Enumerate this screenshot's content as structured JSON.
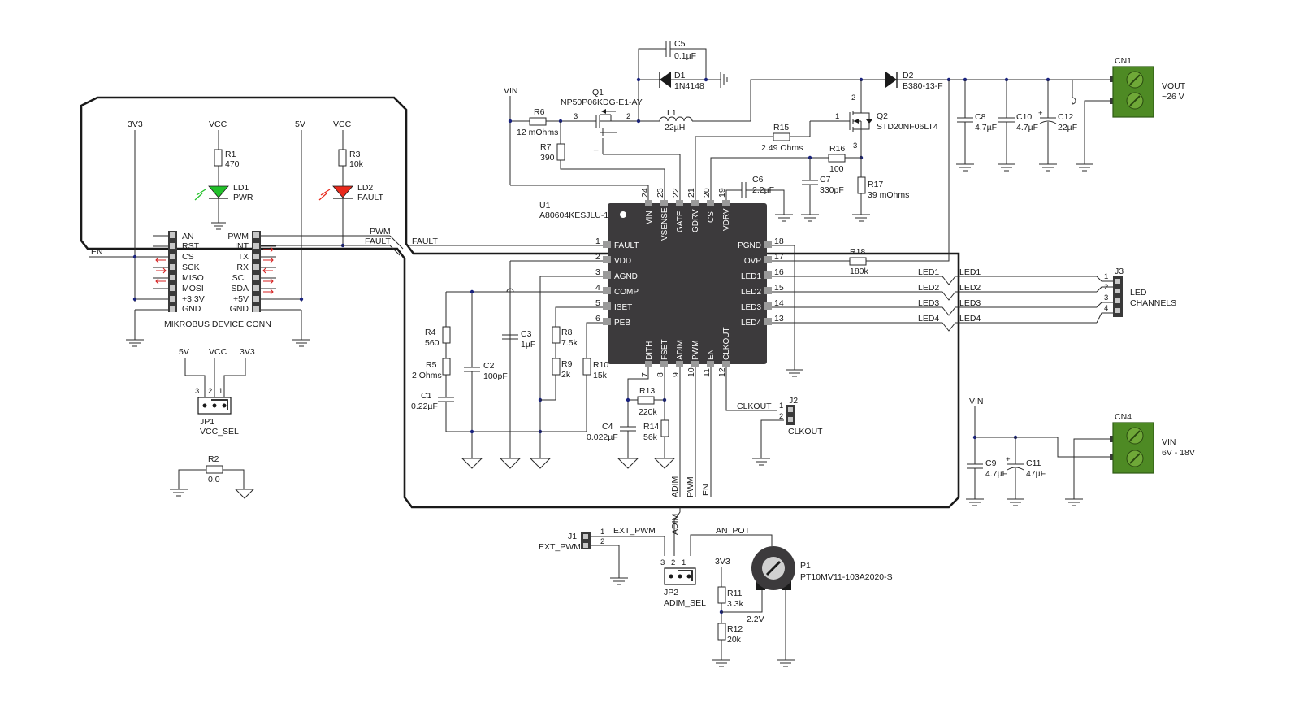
{
  "colors": {
    "wire": "#2a2a2a",
    "junction": "#1a237e",
    "ic": "#3c3a3c",
    "pad": "#9a9a9a",
    "led_green": "#22c02a",
    "led_red": "#e8291c",
    "terminal": "#4e8a24",
    "arrow": "#d42020"
  },
  "icons": {
    "led_pwr": "led-green-icon",
    "led_fault": "led-red-icon",
    "terminal": "screw-terminal-icon",
    "pot": "potentiometer-icon",
    "ground": "ground-icon"
  },
  "power": {
    "3v3": "3V3",
    "vcc": "VCC",
    "5v": "5V",
    "vin": "VIN"
  },
  "mikrobus": {
    "title": "MIKROBUS DEVICE CONN",
    "left": [
      "AN",
      "RST",
      "CS",
      "SCK",
      "MISO",
      "MOSI",
      "+3.3V",
      "GND"
    ],
    "right": [
      "PWM",
      "INT",
      "TX",
      "RX",
      "SCL",
      "SDA",
      "+5V",
      "GND"
    ]
  },
  "nets": {
    "en": "EN",
    "pwm": "PWM",
    "fault": "FAULT",
    "adim": "ADIM",
    "ext_pwm": "EXT_PWM",
    "an_pot": "AN_POT",
    "clkout": "CLKOUT",
    "led1": "LED1",
    "led2": "LED2",
    "led3": "LED3",
    "led4": "LED4",
    "v22": "2.2V"
  },
  "components": {
    "r1": {
      "ref": "R1",
      "val": "470"
    },
    "r3": {
      "ref": "R3",
      "val": "10k"
    },
    "ld1": {
      "ref": "LD1",
      "val": "PWR"
    },
    "ld2": {
      "ref": "LD2",
      "val": "FAULT"
    },
    "jp1": {
      "ref": "JP1",
      "val": "VCC_SEL"
    },
    "r2": {
      "ref": "R2",
      "val": "0.0"
    },
    "r6": {
      "ref": "R6",
      "val": "12 mOhms"
    },
    "r7": {
      "ref": "R7",
      "val": "390"
    },
    "q1": {
      "ref": "Q1",
      "val": "NP50P06KDG-E1-AY"
    },
    "c5": {
      "ref": "C5",
      "val": "0.1µF"
    },
    "d1": {
      "ref": "D1",
      "val": "1N4148"
    },
    "l1": {
      "ref": "L1",
      "val": "22µH"
    },
    "r15": {
      "ref": "R15",
      "val": "2.49 Ohms"
    },
    "r16": {
      "ref": "R16",
      "val": "100"
    },
    "c7": {
      "ref": "C7",
      "val": "330pF"
    },
    "q2": {
      "ref": "Q2",
      "val": "STD20NF06LT4"
    },
    "r17": {
      "ref": "R17",
      "val": "39 mOhms"
    },
    "d2": {
      "ref": "D2",
      "val": "B380-13-F"
    },
    "c6": {
      "ref": "C6",
      "val": "2.2µF"
    },
    "c8": {
      "ref": "C8",
      "val": "4.7µF"
    },
    "c10": {
      "ref": "C10",
      "val": "4.7µF"
    },
    "c12": {
      "ref": "C12",
      "val": "22µF"
    },
    "cn1": {
      "ref": "CN1",
      "val": "VOUT",
      "val2": "~26 V"
    },
    "u1": {
      "ref": "U1",
      "val": "A80604KESJLU-1"
    },
    "r18": {
      "ref": "R18",
      "val": "180k"
    },
    "j3": {
      "ref": "J3",
      "val": "LED",
      "val2": "CHANNELS"
    },
    "r4": {
      "ref": "R4",
      "val": "560"
    },
    "r5": {
      "ref": "R5",
      "val": "2 Ohms"
    },
    "c1": {
      "ref": "C1",
      "val": "0.22µF"
    },
    "c2": {
      "ref": "C2",
      "val": "100pF"
    },
    "c3": {
      "ref": "C3",
      "val": "1µF"
    },
    "r8": {
      "ref": "R8",
      "val": "7.5k"
    },
    "r9": {
      "ref": "R9",
      "val": "2k"
    },
    "r10": {
      "ref": "R10",
      "val": "15k"
    },
    "r13": {
      "ref": "R13",
      "val": "220k"
    },
    "c4": {
      "ref": "C4",
      "val": "0.022µF"
    },
    "r14": {
      "ref": "R14",
      "val": "56k"
    },
    "j2": {
      "ref": "J2",
      "val": "CLKOUT"
    },
    "c9": {
      "ref": "C9",
      "val": "4.7µF"
    },
    "c11": {
      "ref": "C11",
      "val": "47µF"
    },
    "cn4": {
      "ref": "CN4",
      "val": "VIN",
      "val2": "6V - 18V"
    },
    "j1": {
      "ref": "J1",
      "val": "EXT_PWM"
    },
    "jp2": {
      "ref": "JP2",
      "val": "ADIM_SEL"
    },
    "r11": {
      "ref": "R11",
      "val": "3.3k"
    },
    "r12": {
      "ref": "R12",
      "val": "20k"
    },
    "p1": {
      "ref": "P1",
      "val": "PT10MV11-103A2020-S"
    }
  },
  "u1_pins": {
    "left": [
      {
        "n": "1",
        "name": "FAULT"
      },
      {
        "n": "2",
        "name": "VDD"
      },
      {
        "n": "3",
        "name": "AGND"
      },
      {
        "n": "4",
        "name": "COMP"
      },
      {
        "n": "5",
        "name": "ISET"
      },
      {
        "n": "6",
        "name": "PEB"
      }
    ],
    "right": [
      {
        "n": "18",
        "name": "PGND"
      },
      {
        "n": "17",
        "name": "OVP"
      },
      {
        "n": "16",
        "name": "LED1"
      },
      {
        "n": "15",
        "name": "LED2"
      },
      {
        "n": "14",
        "name": "LED3"
      },
      {
        "n": "13",
        "name": "LED4"
      }
    ],
    "top": [
      {
        "n": "24",
        "name": "VIN"
      },
      {
        "n": "23",
        "name": "VSENSE"
      },
      {
        "n": "22",
        "name": "GATE"
      },
      {
        "n": "21",
        "name": "GDRV"
      },
      {
        "n": "20",
        "name": "CS"
      },
      {
        "n": "19",
        "name": "VDRV"
      }
    ],
    "bottom": [
      {
        "n": "7",
        "name": "DITH"
      },
      {
        "n": "8",
        "name": "FSET"
      },
      {
        "n": "9",
        "name": "ADIM"
      },
      {
        "n": "10",
        "name": "PWM"
      },
      {
        "n": "11",
        "name": "EN"
      },
      {
        "n": "12",
        "name": "CLKOUT"
      }
    ]
  },
  "pin_numbers": {
    "q1_3": "3",
    "q1_2": "2",
    "q2_1": "1",
    "q2_2": "2",
    "q2_3": "3",
    "jp1": [
      "3",
      "2",
      "1"
    ],
    "jp2": [
      "3",
      "2",
      "1"
    ],
    "j3": [
      "1",
      "2",
      "3",
      "4"
    ],
    "j2": [
      "1",
      "2"
    ],
    "j1": [
      "1",
      "2"
    ]
  }
}
